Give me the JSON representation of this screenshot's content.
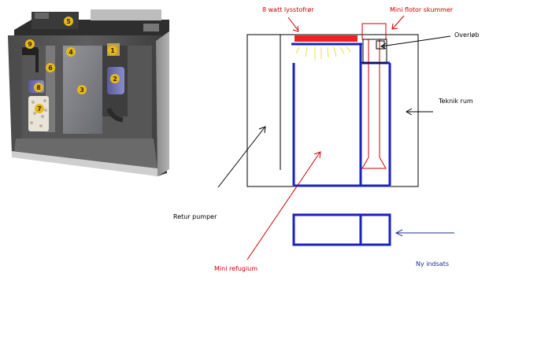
{
  "photo": {
    "callouts": [
      "1",
      "2",
      "3",
      "4",
      "5",
      "6",
      "7",
      "8",
      "9"
    ]
  },
  "labels": {
    "lamp": "8 watt lysstofrør",
    "skimmer": "Mini flotor skummer",
    "overflow": "Overløb",
    "tech_room": "Teknik rum",
    "return_pump": "Retur pumper",
    "refugium": "Mini refugium",
    "new_insert": "Ny indsats"
  },
  "colors": {
    "blue": "#1a22c0",
    "red": "#cc0000",
    "light_red": "#ee2222",
    "yellow": "#f2dc3a",
    "black": "#000000",
    "navy": "#1f2f88",
    "callout_fill": "#e8b81c"
  }
}
